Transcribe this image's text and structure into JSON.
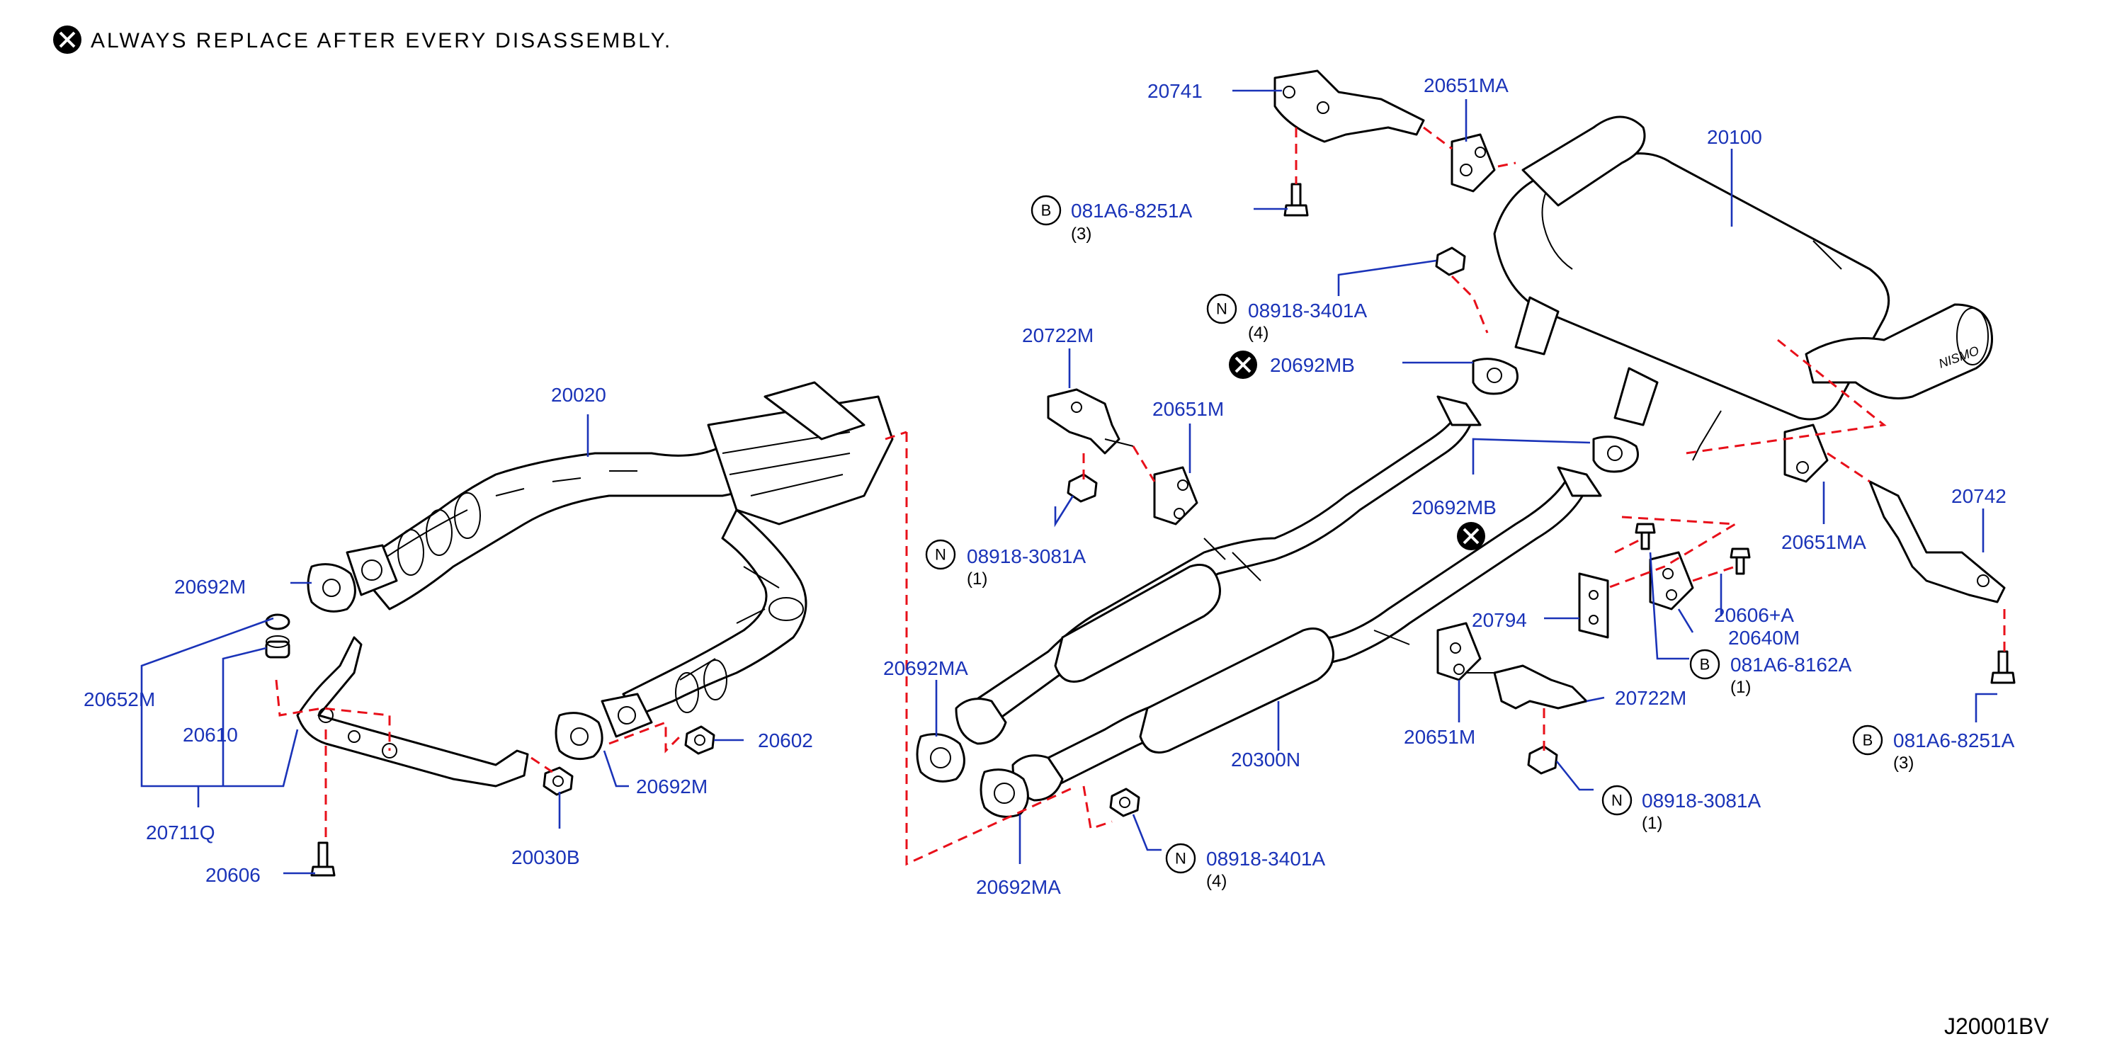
{
  "note": {
    "text": "ALWAYS REPLACE AFTER EVERY DISASSEMBLY."
  },
  "diagram_code": "J20001BV",
  "logo": "NISMO",
  "symbols": {
    "replace": "replace-symbol-icon",
    "bolt": "B",
    "nut": "N"
  },
  "colors": {
    "label": "#1a33b8",
    "leader": "#1a33b8",
    "dashed": "#e8101a",
    "line": "#000000"
  },
  "labels": {
    "p20741": "20741",
    "p20651MA_top": "20651MA",
    "p20100": "20100",
    "b081A6_8251A_top": "081A6-8251A",
    "b081A6_8251A_top_qty": "(3)",
    "n08918_3401A_top": "08918-3401A",
    "n08918_3401A_top_qty": "(4)",
    "p20692MB_top": "20692MB",
    "p20722M_top": "20722M",
    "p20651M_top": "20651M",
    "p20020": "20020",
    "n08918_3081A_left": "08918-3081A",
    "n08918_3081A_left_qty": "(1)",
    "p20692MB_mid": "20692MB",
    "p20651MA_right": "20651MA",
    "p20742": "20742",
    "p20692M_left": "20692M",
    "p20794": "20794",
    "p20606A": "20606+A",
    "p20640M": "20640M",
    "p20652M": "20652M",
    "p20610": "20610",
    "b081A6_8162A": "081A6-8162A",
    "b081A6_8162A_qty": "(1)",
    "p20692MA_left": "20692MA",
    "p20722M_bottom": "20722M",
    "p20602": "20602",
    "p20692M_bottom": "20692M",
    "b081A6_8251A_right": "081A6-8251A",
    "b081A6_8251A_right_qty": "(3)",
    "p20651M_bottom": "20651M",
    "p20300N": "20300N",
    "n08918_3081A_bottom": "08918-3081A",
    "n08918_3081A_bottom_qty": "(1)",
    "p20711Q": "20711Q",
    "p20030B": "20030B",
    "n08918_3401A_bottom": "08918-3401A",
    "n08918_3401A_bottom_qty": "(4)",
    "p20606": "20606",
    "p20692MA_bottom": "20692MA"
  }
}
